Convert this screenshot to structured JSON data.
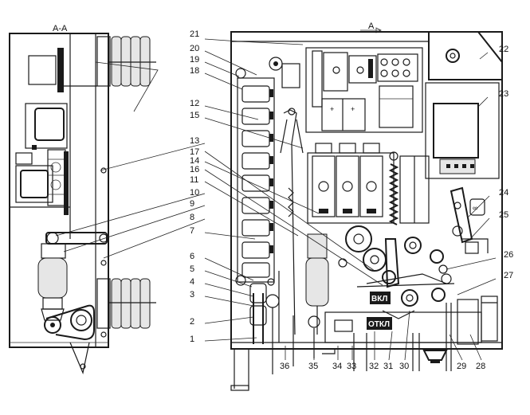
{
  "section_marks": {
    "left": "A-A",
    "right": "A"
  },
  "plates": {
    "on": "ВКЛ",
    "off": "ОТКЛ"
  },
  "callouts_left": [
    "21",
    "20",
    "19",
    "18",
    "12",
    "15",
    "13",
    "17",
    "14",
    "16",
    "11",
    "10",
    "9",
    "8",
    "7",
    "6",
    "5",
    "4",
    "3",
    "2",
    "1"
  ],
  "callouts_right": [
    "22",
    "23",
    "24",
    "25",
    "26",
    "27"
  ],
  "callouts_bottom": [
    "36",
    "35",
    "34",
    "33",
    "32",
    "31",
    "30",
    "29",
    "28"
  ]
}
